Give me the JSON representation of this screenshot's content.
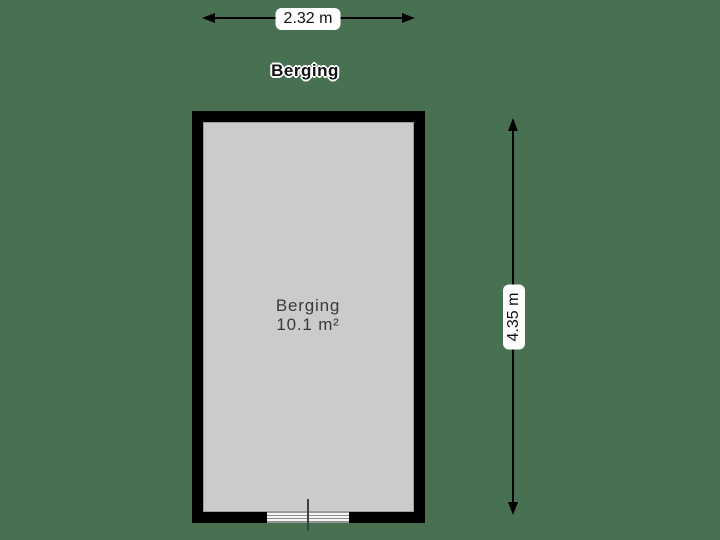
{
  "plan": {
    "title": "Berging",
    "room": {
      "name": "Berging",
      "area": "10.1 m²"
    },
    "dimensions": {
      "width": "2.32 m",
      "height": "4.35 m"
    }
  },
  "colors": {
    "background": "#477150",
    "wall": "#000000",
    "floor": "#cbcbcb",
    "label_bg": "#ffffff",
    "text": "#111111"
  }
}
